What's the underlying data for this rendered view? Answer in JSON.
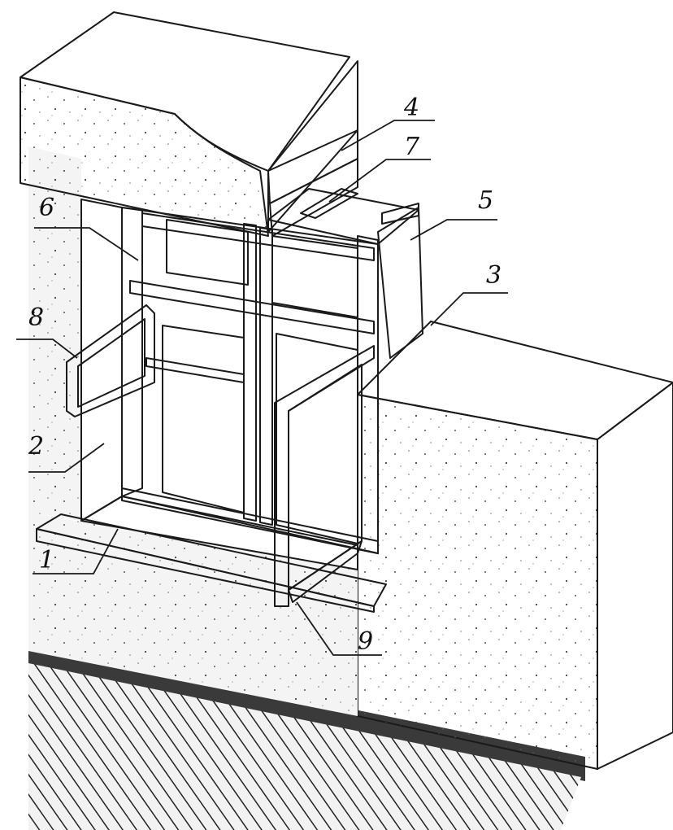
{
  "diagram": {
    "callouts": [
      {
        "id": "c1",
        "label": "1"
      },
      {
        "id": "c2",
        "label": "2"
      },
      {
        "id": "c3",
        "label": "3"
      },
      {
        "id": "c4",
        "label": "4"
      },
      {
        "id": "c5",
        "label": "5"
      },
      {
        "id": "c6",
        "label": "6"
      },
      {
        "id": "c7",
        "label": "7"
      },
      {
        "id": "c8",
        "label": "8"
      },
      {
        "id": "c9",
        "label": "9"
      }
    ],
    "colors": {
      "brick": "#5f5f5f",
      "mortar": "#222222",
      "plaster": "#f4f4f4",
      "frame": "#8a8a8a",
      "side": "#7a7a7a",
      "ink": "#1a1a1a"
    }
  }
}
